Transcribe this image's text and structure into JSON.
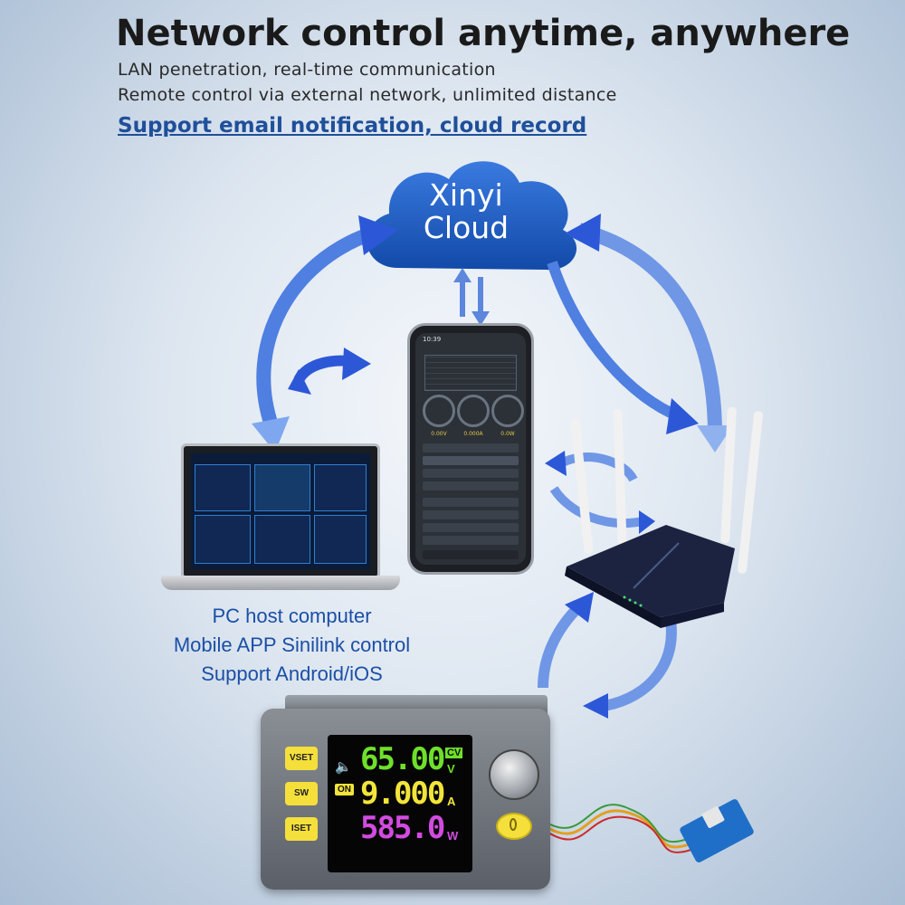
{
  "header": {
    "title": "Network control anytime, anywhere",
    "line1": "LAN penetration, real-time communication",
    "line2": "Remote control via external network, unlimited distance",
    "link": "Support email notification, cloud record"
  },
  "cloud": {
    "line1": "Xinyi",
    "line2": "Cloud"
  },
  "captions": {
    "line1": "PC host computer",
    "line2": "Mobile APP Sinilink control",
    "line3": "Support Android/iOS"
  },
  "phone": {
    "time": "10:39",
    "gauge_values": [
      "0.00V",
      "0.000A",
      "0.0W"
    ]
  },
  "module": {
    "buttons": [
      "VSET",
      "SW",
      "ISET"
    ],
    "speaker_icon": "speaker-icon",
    "on_badge": "ON",
    "voltage": "65.00",
    "voltage_unit": "V",
    "mode_badge": "CV",
    "current": "9.000",
    "current_unit": "A",
    "power": "585.0",
    "power_unit": "W"
  },
  "colors": {
    "cloud": "#1f5fc4",
    "arrow": "#2a5fd0",
    "voltage": "#6ee02a",
    "current": "#f3e43a",
    "power": "#d24be0",
    "caption": "#1b4fa6"
  }
}
